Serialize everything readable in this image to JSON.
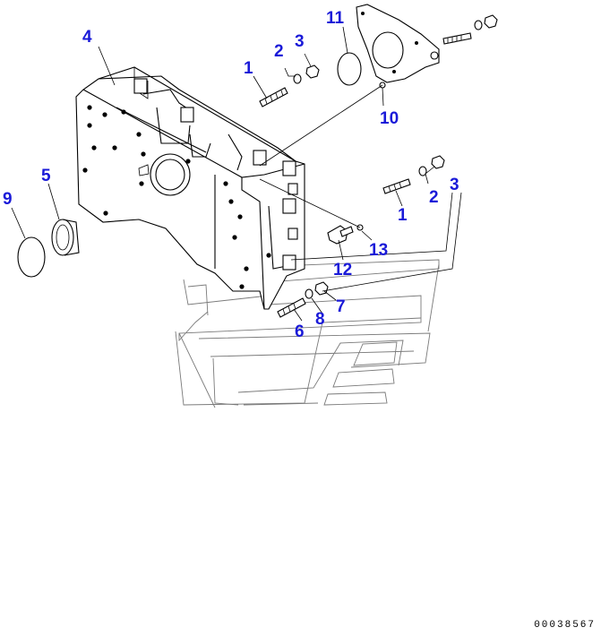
{
  "document_number": "00038567",
  "callouts": [
    {
      "id": "c4a",
      "text": "4"
    },
    {
      "id": "c1a",
      "text": "1"
    },
    {
      "id": "c2a",
      "text": "2"
    },
    {
      "id": "c3a",
      "text": "3"
    },
    {
      "id": "c11",
      "text": "11"
    },
    {
      "id": "c10",
      "text": "10"
    },
    {
      "id": "c5",
      "text": "5"
    },
    {
      "id": "c9",
      "text": "9"
    },
    {
      "id": "c2b",
      "text": "2"
    },
    {
      "id": "c3b",
      "text": "3"
    },
    {
      "id": "c1b",
      "text": "1"
    },
    {
      "id": "c13",
      "text": "13"
    },
    {
      "id": "c12",
      "text": "12"
    },
    {
      "id": "c7",
      "text": "7"
    },
    {
      "id": "c8",
      "text": "8"
    },
    {
      "id": "c6",
      "text": "6"
    }
  ]
}
